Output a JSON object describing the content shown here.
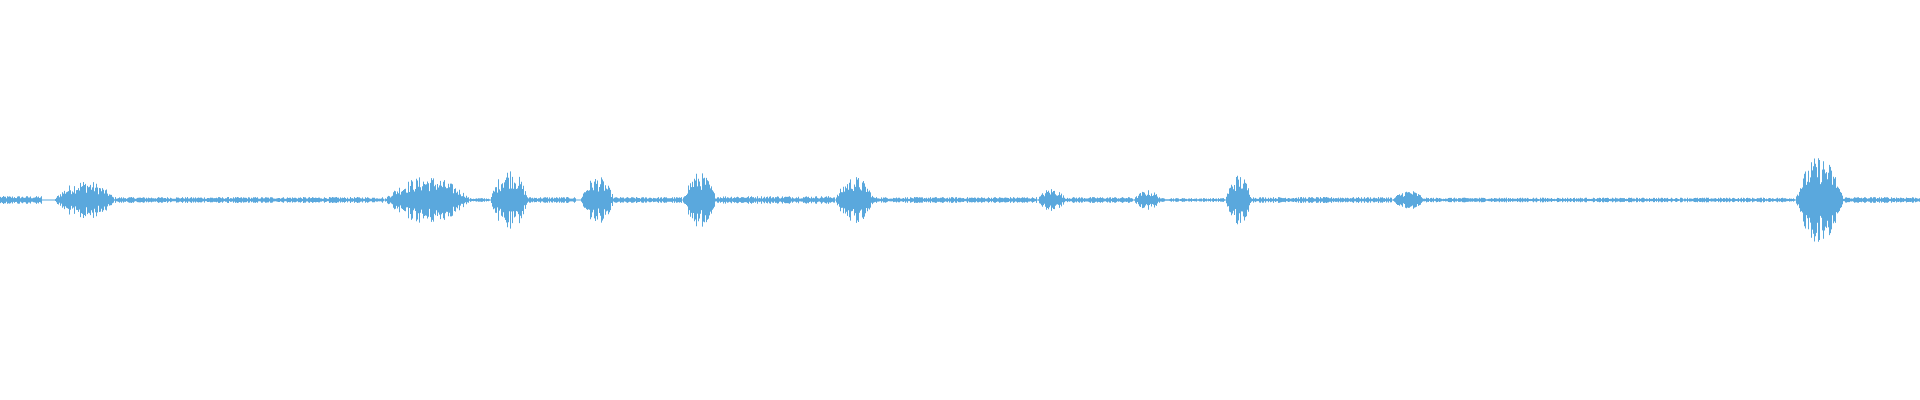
{
  "waveform": {
    "color": "#5aa8dd",
    "background": "#ffffff",
    "amplitude_scale": 1.0,
    "segments": [
      {
        "start": 0.0,
        "end": 0.022,
        "level": 0.02
      },
      {
        "start": 0.028,
        "end": 0.06,
        "level": 0.1
      },
      {
        "start": 0.06,
        "end": 0.2,
        "level": 0.015
      },
      {
        "start": 0.2,
        "end": 0.245,
        "level": 0.12
      },
      {
        "start": 0.245,
        "end": 0.255,
        "level": 0.01
      },
      {
        "start": 0.255,
        "end": 0.275,
        "level": 0.16
      },
      {
        "start": 0.275,
        "end": 0.3,
        "level": 0.015
      },
      {
        "start": 0.302,
        "end": 0.32,
        "level": 0.12
      },
      {
        "start": 0.32,
        "end": 0.355,
        "level": 0.015
      },
      {
        "start": 0.355,
        "end": 0.373,
        "level": 0.14
      },
      {
        "start": 0.373,
        "end": 0.435,
        "level": 0.02
      },
      {
        "start": 0.435,
        "end": 0.455,
        "level": 0.12
      },
      {
        "start": 0.455,
        "end": 0.54,
        "level": 0.015
      },
      {
        "start": 0.54,
        "end": 0.555,
        "level": 0.06
      },
      {
        "start": 0.555,
        "end": 0.59,
        "level": 0.015
      },
      {
        "start": 0.59,
        "end": 0.605,
        "level": 0.05
      },
      {
        "start": 0.605,
        "end": 0.638,
        "level": 0.01
      },
      {
        "start": 0.638,
        "end": 0.652,
        "level": 0.13
      },
      {
        "start": 0.652,
        "end": 0.725,
        "level": 0.015
      },
      {
        "start": 0.725,
        "end": 0.742,
        "level": 0.05
      },
      {
        "start": 0.742,
        "end": 0.935,
        "level": 0.012
      },
      {
        "start": 0.935,
        "end": 0.96,
        "level": 0.22
      },
      {
        "start": 0.96,
        "end": 1.0,
        "level": 0.015
      }
    ]
  }
}
